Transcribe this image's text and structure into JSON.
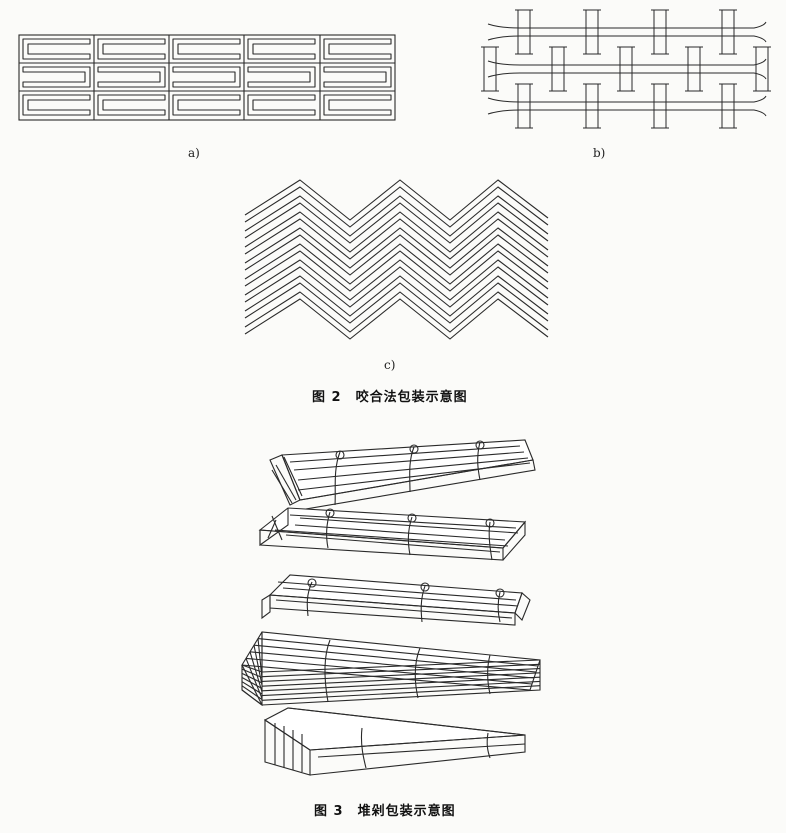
{
  "figure2": {
    "label_a": "a)",
    "label_b": "b)",
    "label_c": "c)",
    "caption": "图 2　咬合法包装示意图"
  },
  "figure3": {
    "caption": "图 3　堆剁包装示意图"
  },
  "colors": {
    "ink": "#2a2a2a",
    "paper": "#fbfbf9",
    "ghost": "#e9ebee"
  }
}
